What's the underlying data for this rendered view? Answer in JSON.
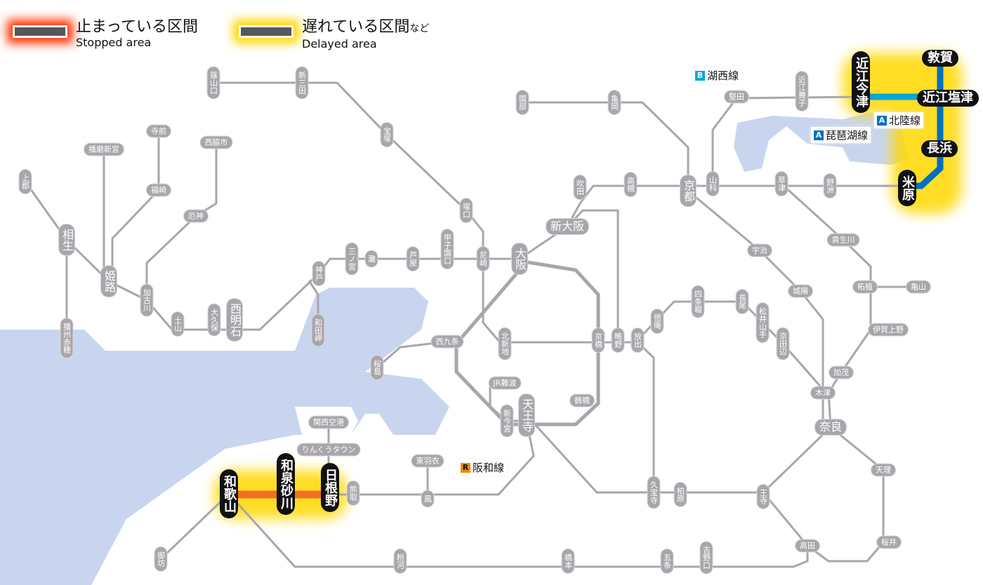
{
  "legend": {
    "stopped_jp": "止まっている区間",
    "stopped_en": "Stopped area",
    "delayed_jp": "遅れている区間",
    "delayed_suffix": "など",
    "delayed_en": "Delayed area"
  },
  "line_labels": [
    {
      "badge": "B",
      "name": "湖西線",
      "color": "#00a7d8"
    },
    {
      "badge": "A",
      "name": "北陸線",
      "color": "#0070c0"
    },
    {
      "badge": "A",
      "name": "琵琶湖線",
      "color": "#0070c0"
    },
    {
      "badge": "R",
      "name": "阪和線",
      "color": "#f08c00"
    }
  ],
  "status_colors": {
    "stopped": "#ff3300",
    "delayed": "#ffd800",
    "normal_line": "#a9a6ab",
    "water": "#c9d5ef"
  },
  "stations": [
    "篠山口",
    "新三田",
    "宝塚",
    "塚口",
    "尼崎",
    "大阪",
    "甲子園口",
    "芦屋",
    "灘",
    "三ノ宮",
    "神戸",
    "和田岬",
    "西明石",
    "大久保",
    "土山",
    "加古川",
    "厄神",
    "西脇市",
    "寺前",
    "福崎",
    "播磨新宮",
    "姫路",
    "相生",
    "上郡",
    "播州赤穂",
    "園部",
    "亀岡",
    "京都",
    "高槻",
    "吹田",
    "新大阪",
    "山科",
    "堅田",
    "近江舞子",
    "近江今津",
    "敦賀",
    "近江塩津",
    "長浜",
    "米原",
    "草津",
    "野洲",
    "宇治",
    "城陽",
    "貴生川",
    "柘植",
    "亀山",
    "伊賀上野",
    "加茂",
    "木津",
    "奈良",
    "天理",
    "桜井",
    "高田",
    "王寺",
    "柏原",
    "久宝寺",
    "四条畷",
    "長尾",
    "松井山手",
    "京田辺",
    "徳庵",
    "放出",
    "鴫野",
    "京橋",
    "北新地",
    "西九条",
    "桜島",
    "JR難波",
    "新今宮",
    "天王寺",
    "鶴橋",
    "鳳",
    "東羽衣",
    "熊取",
    "日根野",
    "和泉砂川",
    "和歌山",
    "関西空港",
    "りんくうタウン",
    "御坊",
    "粉河",
    "橋本",
    "五条",
    "吉野口"
  ]
}
